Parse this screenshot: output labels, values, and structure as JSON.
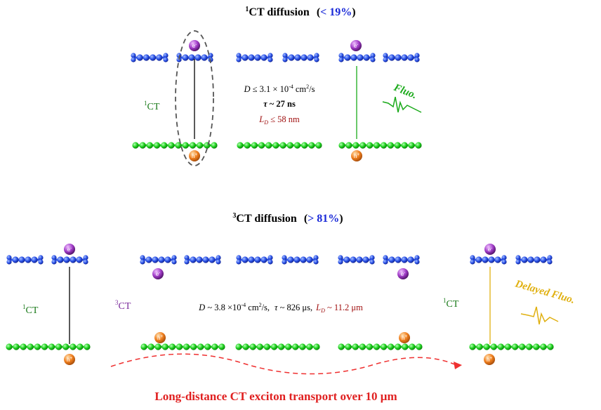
{
  "top": {
    "title": {
      "sup": "1",
      "main": "CT diffusion",
      "open": "(",
      "pct": "< 19%",
      "close": ")"
    },
    "ct_label": {
      "sup": "1",
      "main": "CT"
    },
    "params": {
      "d_sym": "D",
      "d_val": " ≤ 3.1 × 10",
      "d_exp": "-4",
      "d_unit": " cm",
      "d_unit_exp": "2",
      "d_tail": "/s",
      "tau_sym": "τ",
      "tau_val": " ~ 27 ns",
      "ld_sym": "L",
      "ld_sub": "D",
      "ld_val": " ≤ 58 nm"
    },
    "fluo_label": "Fluo."
  },
  "bottom": {
    "title": {
      "sup": "3",
      "main": "CT diffusion",
      "open": "(",
      "pct": "> 81%",
      "close": ")"
    },
    "ct_left": {
      "sup": "1",
      "main": "CT"
    },
    "ct_mid": {
      "sup": "3",
      "main": "CT"
    },
    "ct_right": {
      "sup": "1",
      "main": "CT"
    },
    "params": {
      "d_sym": "D",
      "d_val": " ~ 3.8 ×10",
      "d_exp": "-4",
      "d_unit": " cm",
      "d_unit_exp": "2",
      "d_tail": "/s,",
      "tau_sym": "τ",
      "tau_val": " ~ 826 μs,",
      "ld_sym": "L",
      "ld_sub": "D",
      "ld_val": " ~ 11.2 μm"
    },
    "fluo_label": "Delayed Fluo.",
    "transport_label": "Long-distance  CT exciton transport  over 10 μm"
  },
  "particles": {
    "electron": "e",
    "electron_sup": "-",
    "hole": "h",
    "hole_sup": "+"
  },
  "colors": {
    "acceptor": "#2a52e8",
    "donor": "#1ed21e",
    "electron": "#a13cc8",
    "hole": "#f08020",
    "ct_green": "#1a7a1a",
    "ct_purple": "#7a2a9a",
    "fluo_green": "#1aaa1a",
    "fluo_yellow": "#e0b010",
    "pct_blue": "#1a2ad8",
    "ld_red": "#a01010",
    "transport_red": "#e02020"
  }
}
